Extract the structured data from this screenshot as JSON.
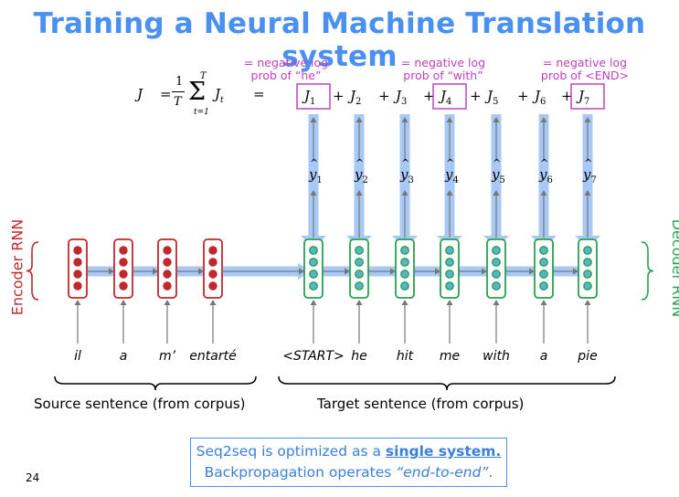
{
  "title": "Training a Neural Machine Translation system",
  "annotations": [
    {
      "line1": "= negative log",
      "line2": "prob of “he”"
    },
    {
      "line1": "= negative log",
      "line2": "prob of “with”"
    },
    {
      "line1": "= negative log",
      "line2": "prob of <END>"
    }
  ],
  "formula": {
    "lhs": "J",
    "eq": "=",
    "numerator": "1",
    "denominator": "T",
    "sum_upper": "T",
    "sigma": "Σ",
    "sum_lower": "t=1",
    "term": "J",
    "term_sub": "t",
    "eq2": "="
  },
  "loss_terms": [
    {
      "label": "J",
      "sub": "1",
      "boxed": true,
      "prefix": ""
    },
    {
      "label": "J",
      "sub": "2",
      "boxed": false,
      "prefix": "+"
    },
    {
      "label": "J",
      "sub": "3",
      "boxed": false,
      "prefix": "+"
    },
    {
      "label": "J",
      "sub": "4",
      "boxed": true,
      "prefix": "+"
    },
    {
      "label": "J",
      "sub": "5",
      "boxed": false,
      "prefix": "+"
    },
    {
      "label": "J",
      "sub": "6",
      "boxed": false,
      "prefix": "+"
    },
    {
      "label": "J",
      "sub": "7",
      "boxed": true,
      "prefix": "+"
    }
  ],
  "outputs": [
    {
      "label": "y",
      "sub": "1"
    },
    {
      "label": "y",
      "sub": "2"
    },
    {
      "label": "y",
      "sub": "3"
    },
    {
      "label": "y",
      "sub": "4"
    },
    {
      "label": "y",
      "sub": "5"
    },
    {
      "label": "y",
      "sub": "6"
    },
    {
      "label": "y",
      "sub": "7"
    }
  ],
  "encoder_words": [
    "il",
    "a",
    "m’",
    "entarté"
  ],
  "decoder_words": [
    "<START>",
    "he",
    "hit",
    "me",
    "with",
    "a",
    "pie"
  ],
  "labels": {
    "encoder": "Encoder RNN",
    "decoder": "Decoder RNN",
    "source": "Source sentence (from corpus)",
    "target": "Target sentence (from corpus)"
  },
  "summary": {
    "line1_a": "Seq2seq is optimized as a ",
    "line1_b": "single system.",
    "line2_a": "Backpropagation operates ",
    "line2_b": "“end-to-end”",
    "line2_c": "."
  },
  "page_number": "24",
  "colors": {
    "title": "#4a90f0",
    "encoder": "#c0282c",
    "decoder": "#28a050",
    "gradient": "#a8c8f5",
    "annotation": "#c040c0"
  }
}
